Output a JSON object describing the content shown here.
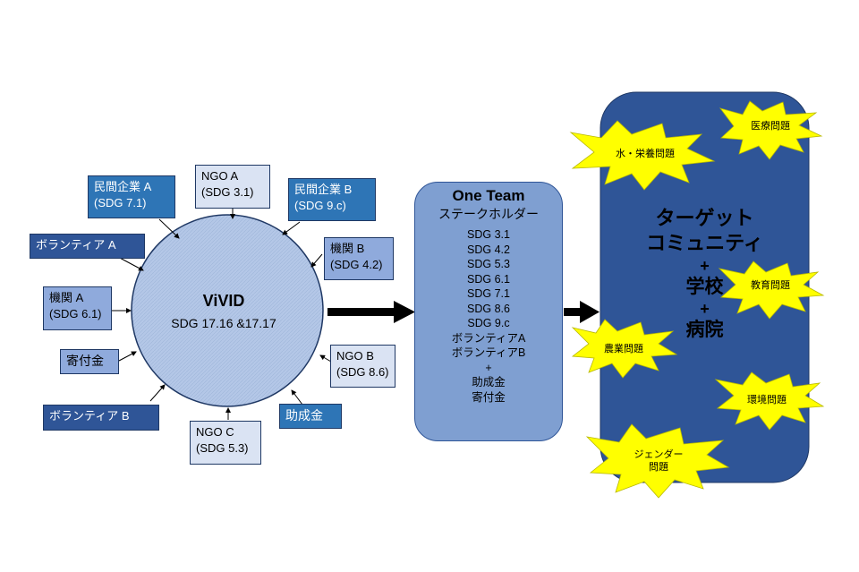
{
  "colors": {
    "dark_box": "#2f5597",
    "mid_box": "#2e75b6",
    "light_box": "#8faadc",
    "pale_box": "#dae3f3",
    "circle": "#b4c7e7",
    "one_team": "#7f9fd1",
    "target": "#2f5597",
    "burst": "#ffff00",
    "arrow": "#000000"
  },
  "center": {
    "title": "ViVID",
    "subtitle": "SDG 17.16 &17.17"
  },
  "stakeholders": [
    {
      "line1": "民間企業 A",
      "line2": "(SDG 7.1)"
    },
    {
      "line1": "NGO A",
      "line2": "(SDG 3.1)"
    },
    {
      "line1": "民間企業 B",
      "line2": "(SDG 9.c)"
    },
    {
      "line1": "ボランティア A",
      "line2": ""
    },
    {
      "line1": "機関 B",
      "line2": "(SDG 4.2)"
    },
    {
      "line1": "機関 A",
      "line2": "(SDG 6.1)"
    },
    {
      "line1": "寄付金",
      "line2": ""
    },
    {
      "line1": "NGO B",
      "line2": "(SDG 8.6)"
    },
    {
      "line1": "ボランティア B",
      "line2": ""
    },
    {
      "line1": "助成金",
      "line2": ""
    },
    {
      "line1": "NGO C",
      "line2": "(SDG 5.3)"
    }
  ],
  "one_team": {
    "title": "One Team",
    "subtitle": "ステークホルダー",
    "items": [
      "SDG 3.1",
      "SDG 4.2",
      "SDG 5.3",
      "SDG 6.1",
      "SDG 7.1",
      "SDG 8.6",
      "SDG 9.c",
      "ボランティアA",
      "ボランティアB",
      "+",
      "助成金",
      "寄付金"
    ]
  },
  "target": {
    "line1": "ターゲット",
    "line2": "コミュニティ",
    "plus1": "+",
    "school": "学校",
    "plus2": "+",
    "hospital": "病院"
  },
  "issues": [
    "医療問題",
    "水・栄養問題",
    "教育問題",
    "農業問題",
    "環境問題",
    "ジェンダー",
    "問題"
  ]
}
